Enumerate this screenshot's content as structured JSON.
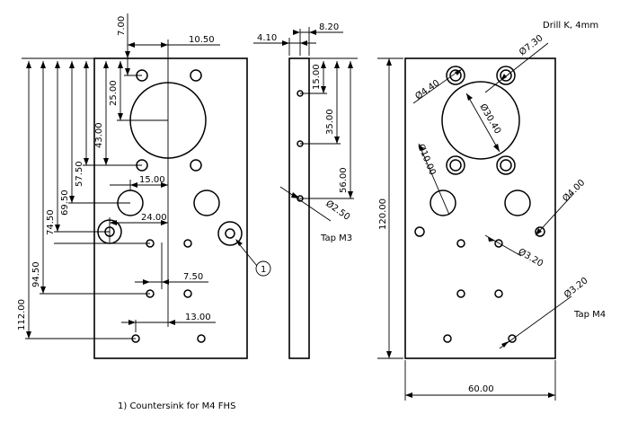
{
  "drawing": {
    "front_view": {
      "dims": {
        "d_7_00": "7.00",
        "d_10_50": "10.50",
        "d_25_00": "25.00",
        "d_43_00": "43.00",
        "d_57_50": "57.50",
        "d_69_50": "69.50",
        "d_74_50": "74.50",
        "d_94_50": "94.50",
        "d_112_00": "112.00",
        "d_15_00": "15.00",
        "d_24_00": "24.00",
        "d_7_50": "7.50",
        "d_13_00": "13.00"
      },
      "callout_number": "1"
    },
    "side_view": {
      "dims": {
        "d_4_10": "4.10",
        "d_8_20": "8.20",
        "d_15_00": "15.00",
        "d_35_00": "35.00",
        "d_56_00": "56.00",
        "dia_2_50": "Ø2.50"
      },
      "tap_note": "Tap M3"
    },
    "back_view": {
      "drill_note": "Drill K, 4mm",
      "dims": {
        "dia_7_30": "Ø7.30",
        "dia_4_40": "Ø4.40",
        "dia_30_40": "Ø30.40",
        "dia_10_00": "Ø10.00",
        "dia_4_00": "Ø4.00",
        "dia_3_20_a": "Ø3.20",
        "dia_3_20_b": "Ø3.20",
        "h_120_00": "120.00",
        "w_60_00": "60.00"
      },
      "tap_note": "Tap M4"
    },
    "footnote": "1) Countersink for M4 FHS"
  }
}
